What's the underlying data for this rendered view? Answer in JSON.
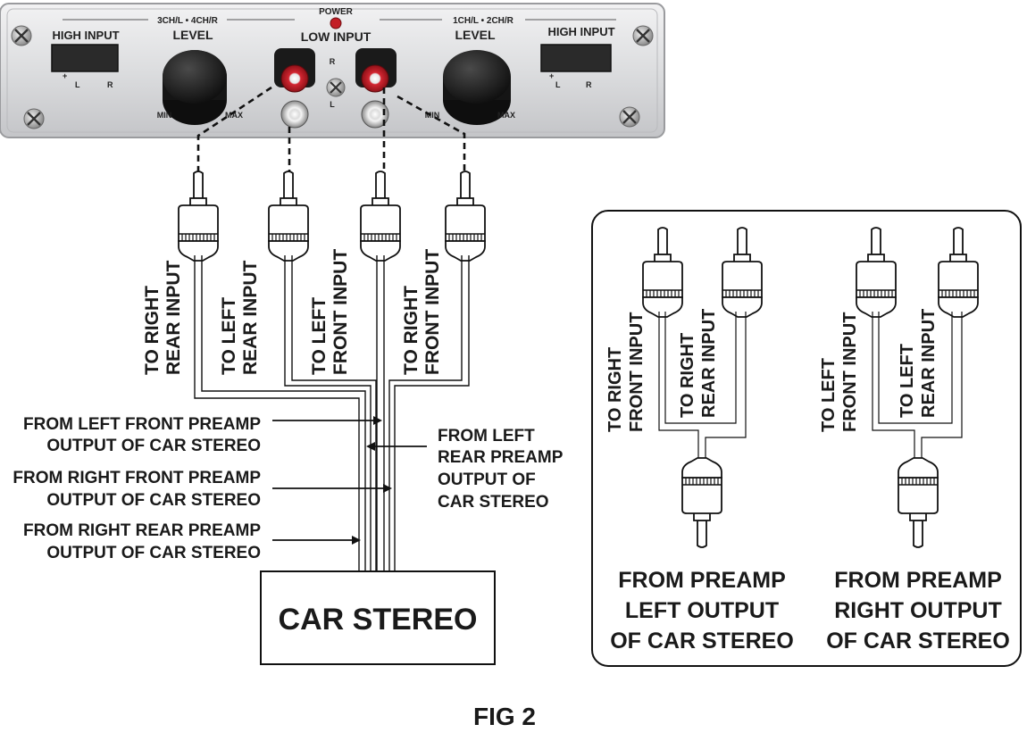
{
  "amp_panel": {
    "left_high_input": "HIGH INPUT",
    "right_high_input": "HIGH INPUT",
    "left_channel_label": "3CH/L • 4CH/R",
    "right_channel_label": "1CH/L • 2CH/R",
    "power": "POWER",
    "low_input": "LOW INPUT",
    "left_level": "LEVEL",
    "right_level": "LEVEL",
    "min": "MIN",
    "max": "MAX",
    "r": "R",
    "l": "L",
    "plus": "+",
    "minus": "—"
  },
  "connector_labels": [
    {
      "line1": "TO RIGHT",
      "line2": "REAR INPUT"
    },
    {
      "line1": "TO LEFT",
      "line2": "REAR INPUT"
    },
    {
      "line1": "TO LEFT",
      "line2": "FRONT INPUT"
    },
    {
      "line1": "TO RIGHT",
      "line2": "FRONT INPUT"
    }
  ],
  "source_labels": {
    "left_front": {
      "line1": "FROM LEFT FRONT PREAMP",
      "line2": "OUTPUT OF CAR STEREO"
    },
    "right_front": {
      "line1": "FROM RIGHT FRONT PREAMP",
      "line2": "OUTPUT OF CAR STEREO"
    },
    "right_rear": {
      "line1": "FROM RIGHT REAR PREAMP",
      "line2": "OUTPUT OF CAR STEREO"
    },
    "left_rear": {
      "line1": "FROM LEFT",
      "line2": "REAR PREAMP",
      "line3": "OUTPUT OF",
      "line4": "CAR STEREO"
    }
  },
  "car_stereo": "CAR STEREO",
  "inset": {
    "left_group": {
      "plug1": {
        "line1": "TO RIGHT",
        "line2": "FRONT INPUT"
      },
      "plug2": {
        "line1": "TO RIGHT",
        "line2": "REAR INPUT"
      },
      "caption": {
        "line1": "FROM PREAMP",
        "line2": "LEFT OUTPUT",
        "line3": "OF CAR STEREO"
      }
    },
    "right_group": {
      "plug1": {
        "line1": "TO LEFT",
        "line2": "FRONT INPUT"
      },
      "plug2": {
        "line1": "TO LEFT",
        "line2": "REAR INPUT"
      },
      "caption": {
        "line1": "FROM PREAMP",
        "line2": "RIGHT OUTPUT",
        "line3": "OF CAR STEREO"
      }
    }
  },
  "figure_caption": "FIG 2",
  "colors": {
    "rca_red": "#cc1f2a",
    "panel_silver": "#d9dadc",
    "knob": "#1c1c1c",
    "ink": "#111111"
  }
}
